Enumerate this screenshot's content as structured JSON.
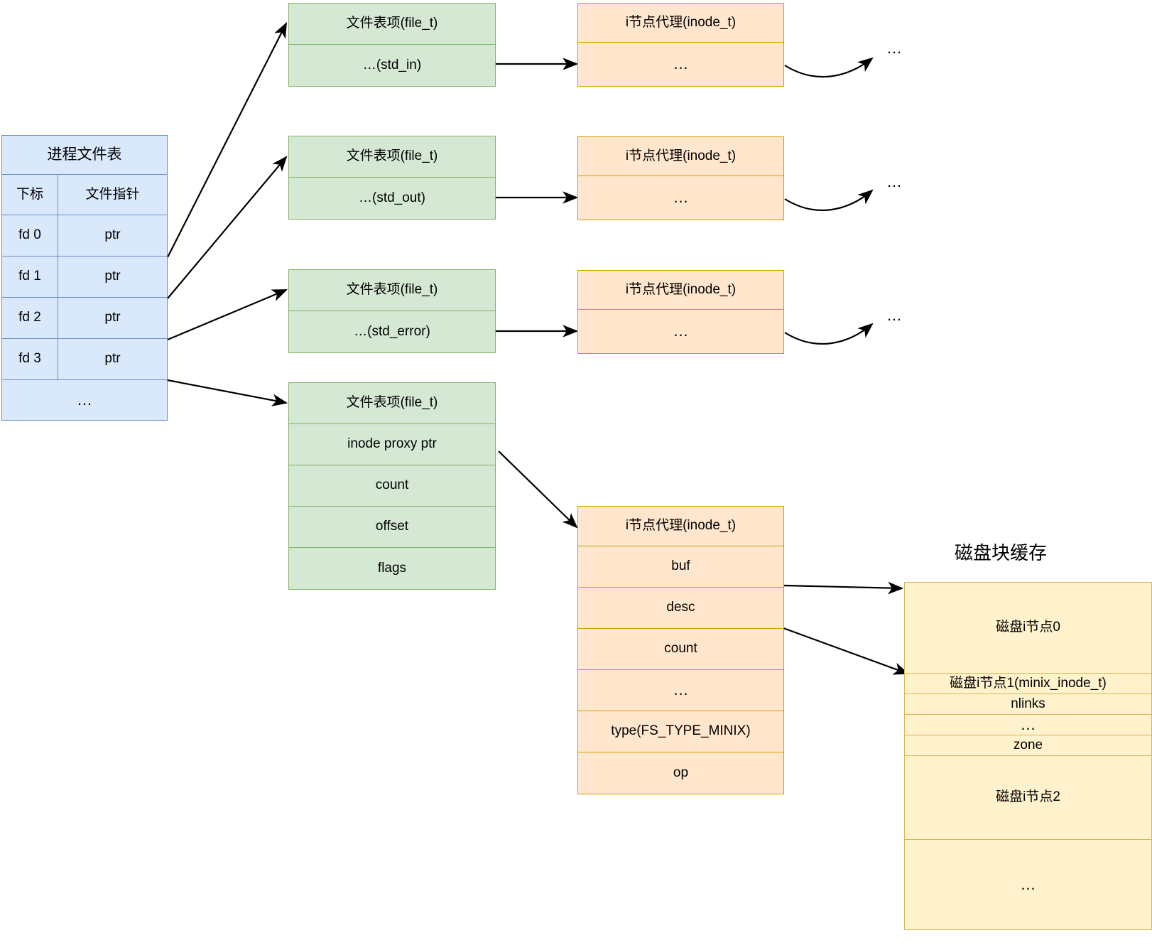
{
  "diagram": {
    "title_disk_cache": "磁盘块缓存",
    "process_table": {
      "title": "进程文件表",
      "col_index_header": "下标",
      "col_pointer_header": "文件指针",
      "rows": [
        {
          "index": "fd 0",
          "pointer": "ptr"
        },
        {
          "index": "fd 1",
          "pointer": "ptr"
        },
        {
          "index": "fd 2",
          "pointer": "ptr"
        },
        {
          "index": "fd 3",
          "pointer": "ptr"
        }
      ],
      "more": "…"
    },
    "file_entries": [
      {
        "header": "文件表项(file_t)",
        "rows": [
          "…(std_in)"
        ]
      },
      {
        "header": "文件表项(file_t)",
        "rows": [
          "…(std_out)"
        ]
      },
      {
        "header": "文件表项(file_t)",
        "rows": [
          "…(std_error)"
        ]
      },
      {
        "header": "文件表项(file_t)",
        "rows": [
          "inode proxy ptr",
          "count",
          "offset",
          "flags"
        ]
      }
    ],
    "inode_proxies": [
      {
        "header": "i节点代理(inode_t)",
        "rows": [
          "…"
        ]
      },
      {
        "header": "i节点代理(inode_t)",
        "rows": [
          "…"
        ]
      },
      {
        "header": "i节点代理(inode_t)",
        "rows": [
          "…"
        ]
      },
      {
        "header": "i节点代理(inode_t)",
        "rows": [
          "buf",
          "desc",
          "count",
          "…",
          "type(FS_TYPE_MINIX)",
          "op"
        ]
      }
    ],
    "tail_ellipses": [
      "…",
      "…",
      "…"
    ],
    "disk_cache": {
      "inode0": "磁盘i节点0",
      "inode1_header": "磁盘i节点1(minix_inode_t)",
      "inode1_fields": [
        "nlinks",
        "…",
        "zone"
      ],
      "inode2": "磁盘i节点2",
      "more": "…"
    }
  },
  "colors": {
    "blue_fill": "#dae8fc",
    "blue_stroke": "#6c8ebf",
    "green_fill": "#d5e8d4",
    "green_stroke": "#82b366",
    "orange_fill": "#ffe6cc",
    "orange_stroke": "#d79b00",
    "yellow_fill": "#fff2cc",
    "yellow_stroke": "#d6b656",
    "arrow": "#000000"
  }
}
